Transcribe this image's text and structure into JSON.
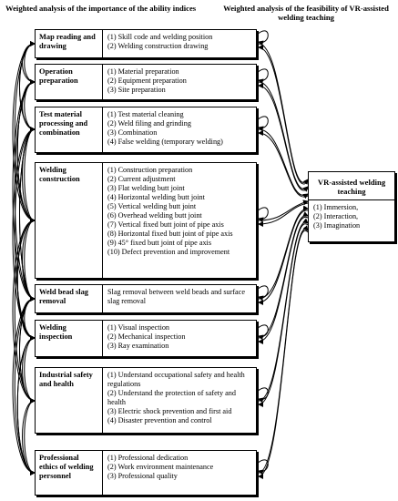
{
  "header": {
    "left_title": "Weighted analysis of the importance of the ability indices",
    "right_title": "Weighted analysis of the feasibility of VR-assisted welding teaching"
  },
  "blocks": [
    {
      "name": "Map reading and drawing",
      "items": [
        "(1) Skill code and welding position",
        "(2) Welding construction drawing"
      ]
    },
    {
      "name": "Operation preparation",
      "items": [
        "(1) Material preparation",
        "(2) Equipment preparation",
        "(3) Site preparation"
      ]
    },
    {
      "name": "Test material processing and combination",
      "items": [
        "(1) Test material cleaning",
        "(2) Weld filing and grinding",
        "(3) Combination",
        "(4) False welding (temporary welding)"
      ]
    },
    {
      "name": "Welding construction",
      "items": [
        "(1) Construction preparation",
        "(2) Current adjustment",
        "(3) Flat welding butt joint",
        "(4) Horizontal welding butt joint",
        "(5) Vertical welding butt joint",
        "(6) Overhead welding butt joint",
        "(7) Vertical fixed butt joint of pipe axis",
        "(8) Horizontal fixed butt joint of pipe axis",
        "(9) 45° fixed butt joint of pipe axis",
        "(10) Defect prevention and improvement"
      ]
    },
    {
      "name": "Weld bead slag removal",
      "items": [
        "Slag removal between weld beads and surface slag removal"
      ]
    },
    {
      "name": "Welding inspection",
      "items": [
        "(1) Visual inspection",
        "(2) Mechanical inspection",
        "(3) Ray examination"
      ]
    },
    {
      "name": "Industrial safety and health",
      "items": [
        "(1) Understand occupational safety and health regulations",
        "(2) Understand the protection of safety and health",
        "(3) Electric shock prevention and first aid",
        "(4) Disaster prevention and control"
      ]
    },
    {
      "name": "Professional ethics of welding personnel",
      "items": [
        "(1) Professional dedication",
        "(2) Work environment maintenance",
        "(3) Professional quality"
      ]
    }
  ],
  "vr_box": {
    "title": "VR-assisted welding teaching",
    "items": [
      "(1) Immersion,",
      "(2) Interaction,",
      "(3) Imagination"
    ]
  }
}
